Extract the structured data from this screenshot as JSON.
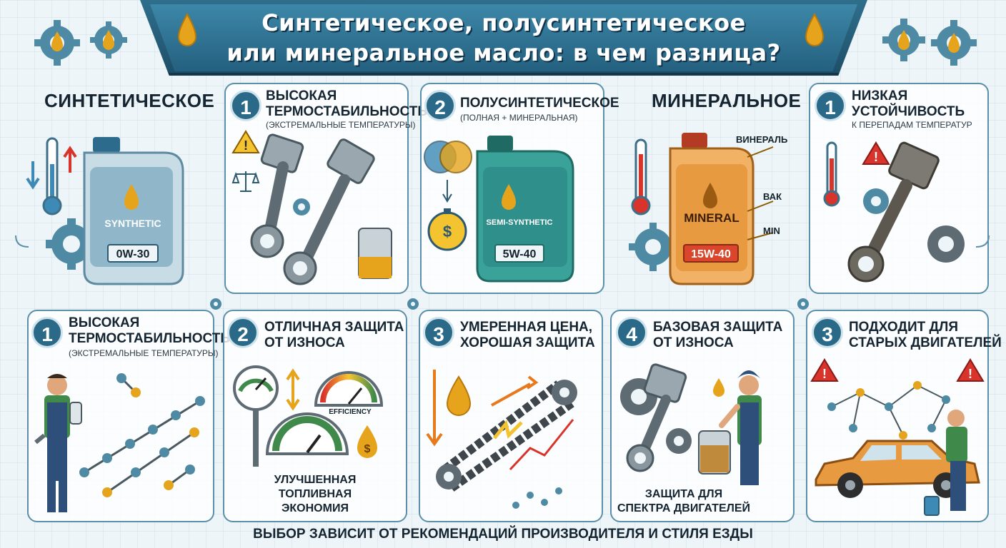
{
  "title": {
    "line1": "Синтетическое, полусинтетическое",
    "line2": "или минеральное масло: в чем разница?"
  },
  "top_row": {
    "synthetic": {
      "heading": "Синтетическое",
      "bottle_label": "SYNTHETIC",
      "viscosity": "0W-30",
      "color": "#8fb6c9"
    },
    "synthetic_point_1": {
      "number": "1",
      "heading_line1": "Высокая",
      "heading_line2": "термостабильность",
      "sub": "(экстремальные температуры)"
    },
    "semi": {
      "number": "2",
      "heading": "Полусинтетическое",
      "sub": "(полная + минеральная)",
      "bottle_label": "SEMI-SYNTHETIC",
      "viscosity": "5W-40",
      "color": "#2f8f8a"
    },
    "mineral": {
      "heading": "Минеральное",
      "bottle_label": "MINERAL",
      "viscosity": "15W-40",
      "callout_1": "ВИНЕРАЛЬ",
      "callout_2": "ВАК",
      "callout_3": "MIN",
      "color": "#e79a3f"
    },
    "mineral_point_1": {
      "number": "1",
      "heading_line1": "Низкая",
      "heading_line2": "устойчивость",
      "sub": "к перепадам температур"
    }
  },
  "bottom_row": [
    {
      "number": "1",
      "heading_line1": "Высокая",
      "heading_line2": "термостабильность",
      "sub": "(экстремальные температуры)"
    },
    {
      "number": "2",
      "heading_line1": "Отличная защита",
      "heading_line2": "от износа",
      "gauge_label": "EFFICIENCY",
      "caption_line1": "Улучшенная",
      "caption_line2": "топливная",
      "caption_line3": "экономия"
    },
    {
      "number": "3",
      "heading_line1": "Умеренная цена,",
      "heading_line2": "хорошая защита"
    },
    {
      "number": "4",
      "heading_line1": "Базовая защита",
      "heading_line2": "от износа",
      "caption_line1": "Защита для",
      "caption_line2": "спектра двигателей"
    },
    {
      "number": "3",
      "heading_line1": "Подходит для",
      "heading_line2": "старых двигателей"
    }
  ],
  "footer": "Выбор зависит от рекомендаций производителя и стиля езды",
  "colors": {
    "accent": "#2a6a88",
    "oil": "#e6a41c",
    "warning": "#d9342b",
    "gear": "#4f8aa5"
  }
}
